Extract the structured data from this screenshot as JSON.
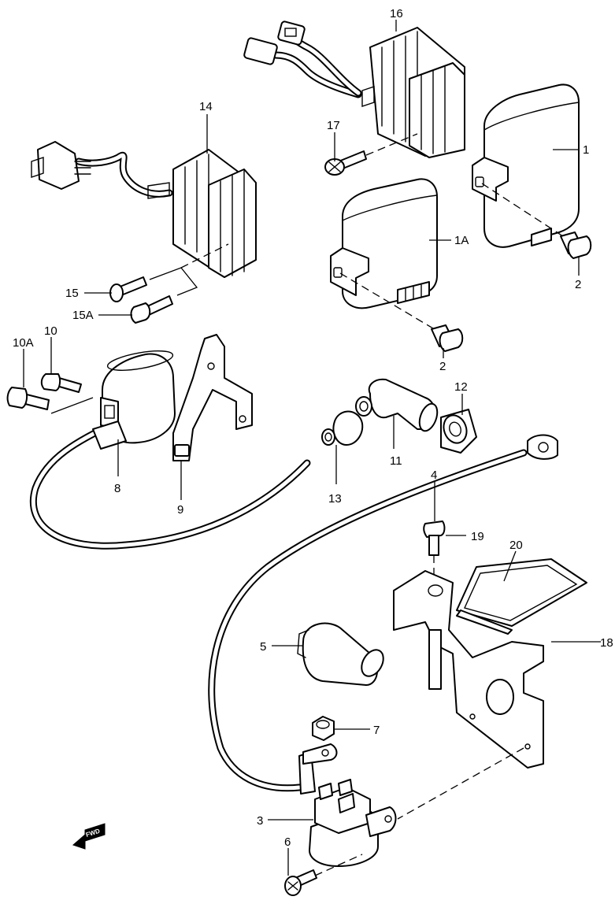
{
  "callouts": {
    "p1": "1",
    "p1A": "1A",
    "p2a": "2",
    "p2b": "2",
    "p3": "3",
    "p4": "4",
    "p5": "5",
    "p6": "6",
    "p7": "7",
    "p8": "8",
    "p9": "9",
    "p10": "10",
    "p10A": "10A",
    "p11": "11",
    "p12": "12",
    "p13": "13",
    "p14": "14",
    "p15": "15",
    "p15A": "15A",
    "p16": "16",
    "p17": "17",
    "p18": "18",
    "p19": "19",
    "p20": "20"
  },
  "fwd_label": "FWD",
  "colors": {
    "line": "#000000",
    "paper": "#ffffff"
  }
}
